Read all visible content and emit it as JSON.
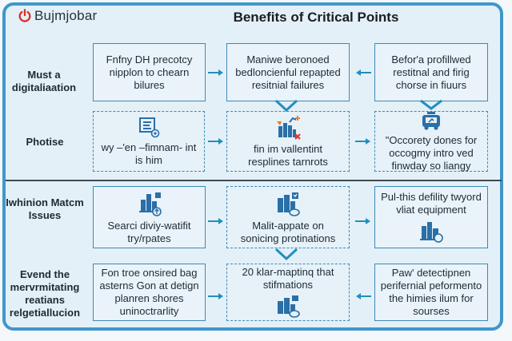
{
  "header": {
    "brand": "Bujmjobar",
    "title": "Benefits of Critical Points"
  },
  "rows": [
    {
      "label": "Must a digitaliaation",
      "cells": [
        {
          "text": "Fnfny DH precotcy nipplon to chearn bilures",
          "style": "solid",
          "icon": null
        },
        {
          "text": "Maniwe beronoed bedloncienful repapted resitnial failures",
          "style": "solid",
          "icon": null
        },
        {
          "text": "Befor'a profillwed restitnal and firig chorse in fiuurs",
          "style": "solid",
          "icon": null
        }
      ]
    },
    {
      "label": "Photise",
      "cells": [
        {
          "text": "wy –'en –fimnam- int is him",
          "style": "dashed",
          "icon": "document-settings-icon"
        },
        {
          "text": "fin im vallentint resplines tarnrots",
          "style": "dashed",
          "icon": "chart-error-icon"
        },
        {
          "text": "\"Occorety dones for occogmy intro ved finwday so liangy",
          "style": "dashed",
          "icon": "vehicle-icon"
        }
      ]
    },
    {
      "label": "Iwhinion Matcm Issues",
      "cells": [
        {
          "text": "Searci diviy-watifit try/rpates",
          "style": "solid",
          "icon": "building-upload-icon"
        },
        {
          "text": "Malit-appate on sonicing protinations",
          "style": "dashed",
          "icon": "building-check-icon"
        },
        {
          "text": "Pul-this defility twyord vliat equipment",
          "style": "solid",
          "icon": "building-badge-icon"
        }
      ]
    },
    {
      "label": "Evend the mervrmitating reatians relgetiallucion",
      "cells": [
        {
          "text": "Fon troe onsired bag asterns Gon at detign planren shores uninoctrarlity",
          "style": "solid",
          "icon": null
        },
        {
          "text": "20 klar-maptinq that stifmations",
          "style": "dashed",
          "icon": "building-check-icon"
        },
        {
          "text": "Paw' detectipnen perifernial peformento the himies ilum for sourses",
          "style": "solid",
          "icon": null
        }
      ]
    }
  ],
  "colors": {
    "frame": "#3f97cc",
    "box_border": "#3d8ab4",
    "arrow": "#1f8fbf",
    "icon_blue": "#2a6fa8",
    "icon_orange": "#e07a2e",
    "icon_red": "#e0342c",
    "logo_red": "#d8322a"
  }
}
